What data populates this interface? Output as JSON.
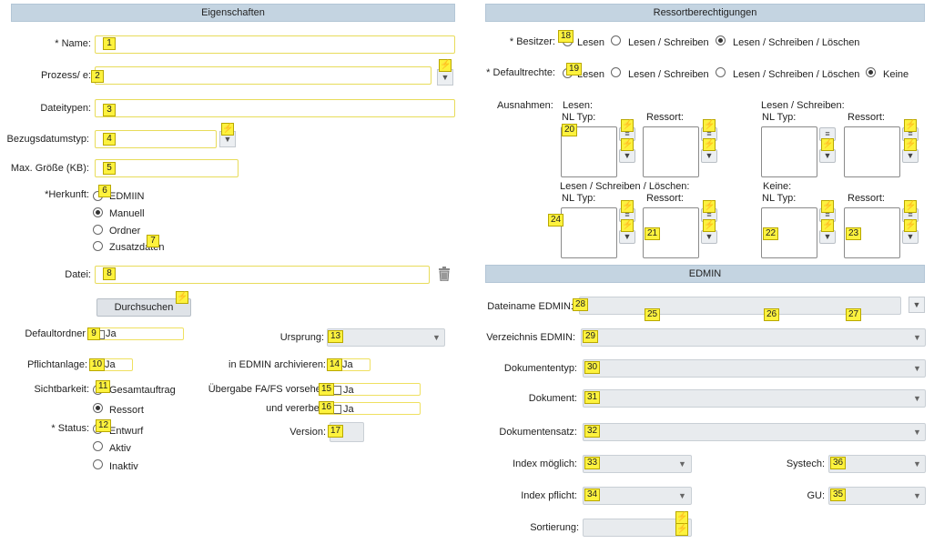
{
  "left": {
    "header": "Eigenschaften",
    "name_label": "* Name:",
    "prozess_label": "Prozess/ e:",
    "dateitypen_label": "Dateitypen:",
    "bezugsdatumstyp_label": "Bezugsdatumstyp:",
    "max_groesse_label": "Max. Größe (KB):",
    "herkunft_label": "*Herkunft:",
    "herkunft_options": [
      "EDMIIN",
      "Manuell",
      "Ordner",
      "Zusatzdaten"
    ],
    "herkunft_selected": "Manuell",
    "datei_label": "Datei:",
    "durchsuchen_label": "Durchsuchen",
    "defaultordner_label": "Defaultordner",
    "ja": "Ja",
    "pflichtanlage_label": "Pflichtanlage:",
    "sichtbarkeit_label": "Sichtbarkeit:",
    "sichtbarkeit_options": [
      "Gesamtauftrag",
      "Ressort"
    ],
    "sichtbarkeit_selected": "Ressort",
    "status_label": "* Status:",
    "status_options": [
      "Entwurf",
      "Aktiv",
      "Inaktiv"
    ],
    "ursprung_label": "Ursprung:",
    "archivieren_label": "in EDMIN archivieren:",
    "uebergabe_label": "Übergabe FA/FS vorsehen:",
    "vererben_label": "und vererben:",
    "version_label": "Version:"
  },
  "right": {
    "header": "Ressortberechtigungen",
    "besitzer_label": "* Besitzer:",
    "besitzer_options": [
      "Lesen",
      "Lesen / Schreiben",
      "Lesen / Schreiben / Löschen"
    ],
    "besitzer_selected": "Lesen / Schreiben / Löschen",
    "defaultrechte_label": "* Defaultrechte:",
    "defaultrechte_options": [
      "Lesen",
      "Lesen / Schreiben",
      "Lesen / Schreiben / Löschen",
      "Keine"
    ],
    "defaultrechte_selected": "Keine",
    "ausnahmen_label": "Ausnahmen:",
    "groups": {
      "lesen": "Lesen:",
      "lesen_schreiben": "Lesen / Schreiben:",
      "lsl": "Lesen / Schreiben / Löschen:",
      "keine": "Keine:"
    },
    "nl_typ": "NL Typ:",
    "ressort": "Ressort:",
    "edmin_header": "EDMIN",
    "dateiname_label": "Dateiname EDMIN:",
    "verzeichnis_label": "Verzeichnis EDMIN:",
    "dokumententyp_label": "Dokumententyp:",
    "dokument_label": "Dokument:",
    "dokumentensatz_label": "Dokumentensatz:",
    "index_moeglich_label": "Index möglich:",
    "index_pflicht_label": "Index pflicht:",
    "sortierung_label": "Sortierung:",
    "systech_label": "Systech:",
    "gu_label": "GU:"
  },
  "badges": [
    "1",
    "2",
    "3",
    "4",
    "5",
    "6",
    "7",
    "8",
    "9",
    "10",
    "11",
    "12",
    "13",
    "14",
    "15",
    "16",
    "17",
    "18",
    "19",
    "20",
    "21",
    "22",
    "23",
    "24",
    "25",
    "26",
    "27",
    "28",
    "29",
    "30",
    "31",
    "32",
    "33",
    "34",
    "35",
    "36"
  ],
  "icons": {
    "bolt": "⚡",
    "caret": "▼",
    "lines": "≡"
  }
}
